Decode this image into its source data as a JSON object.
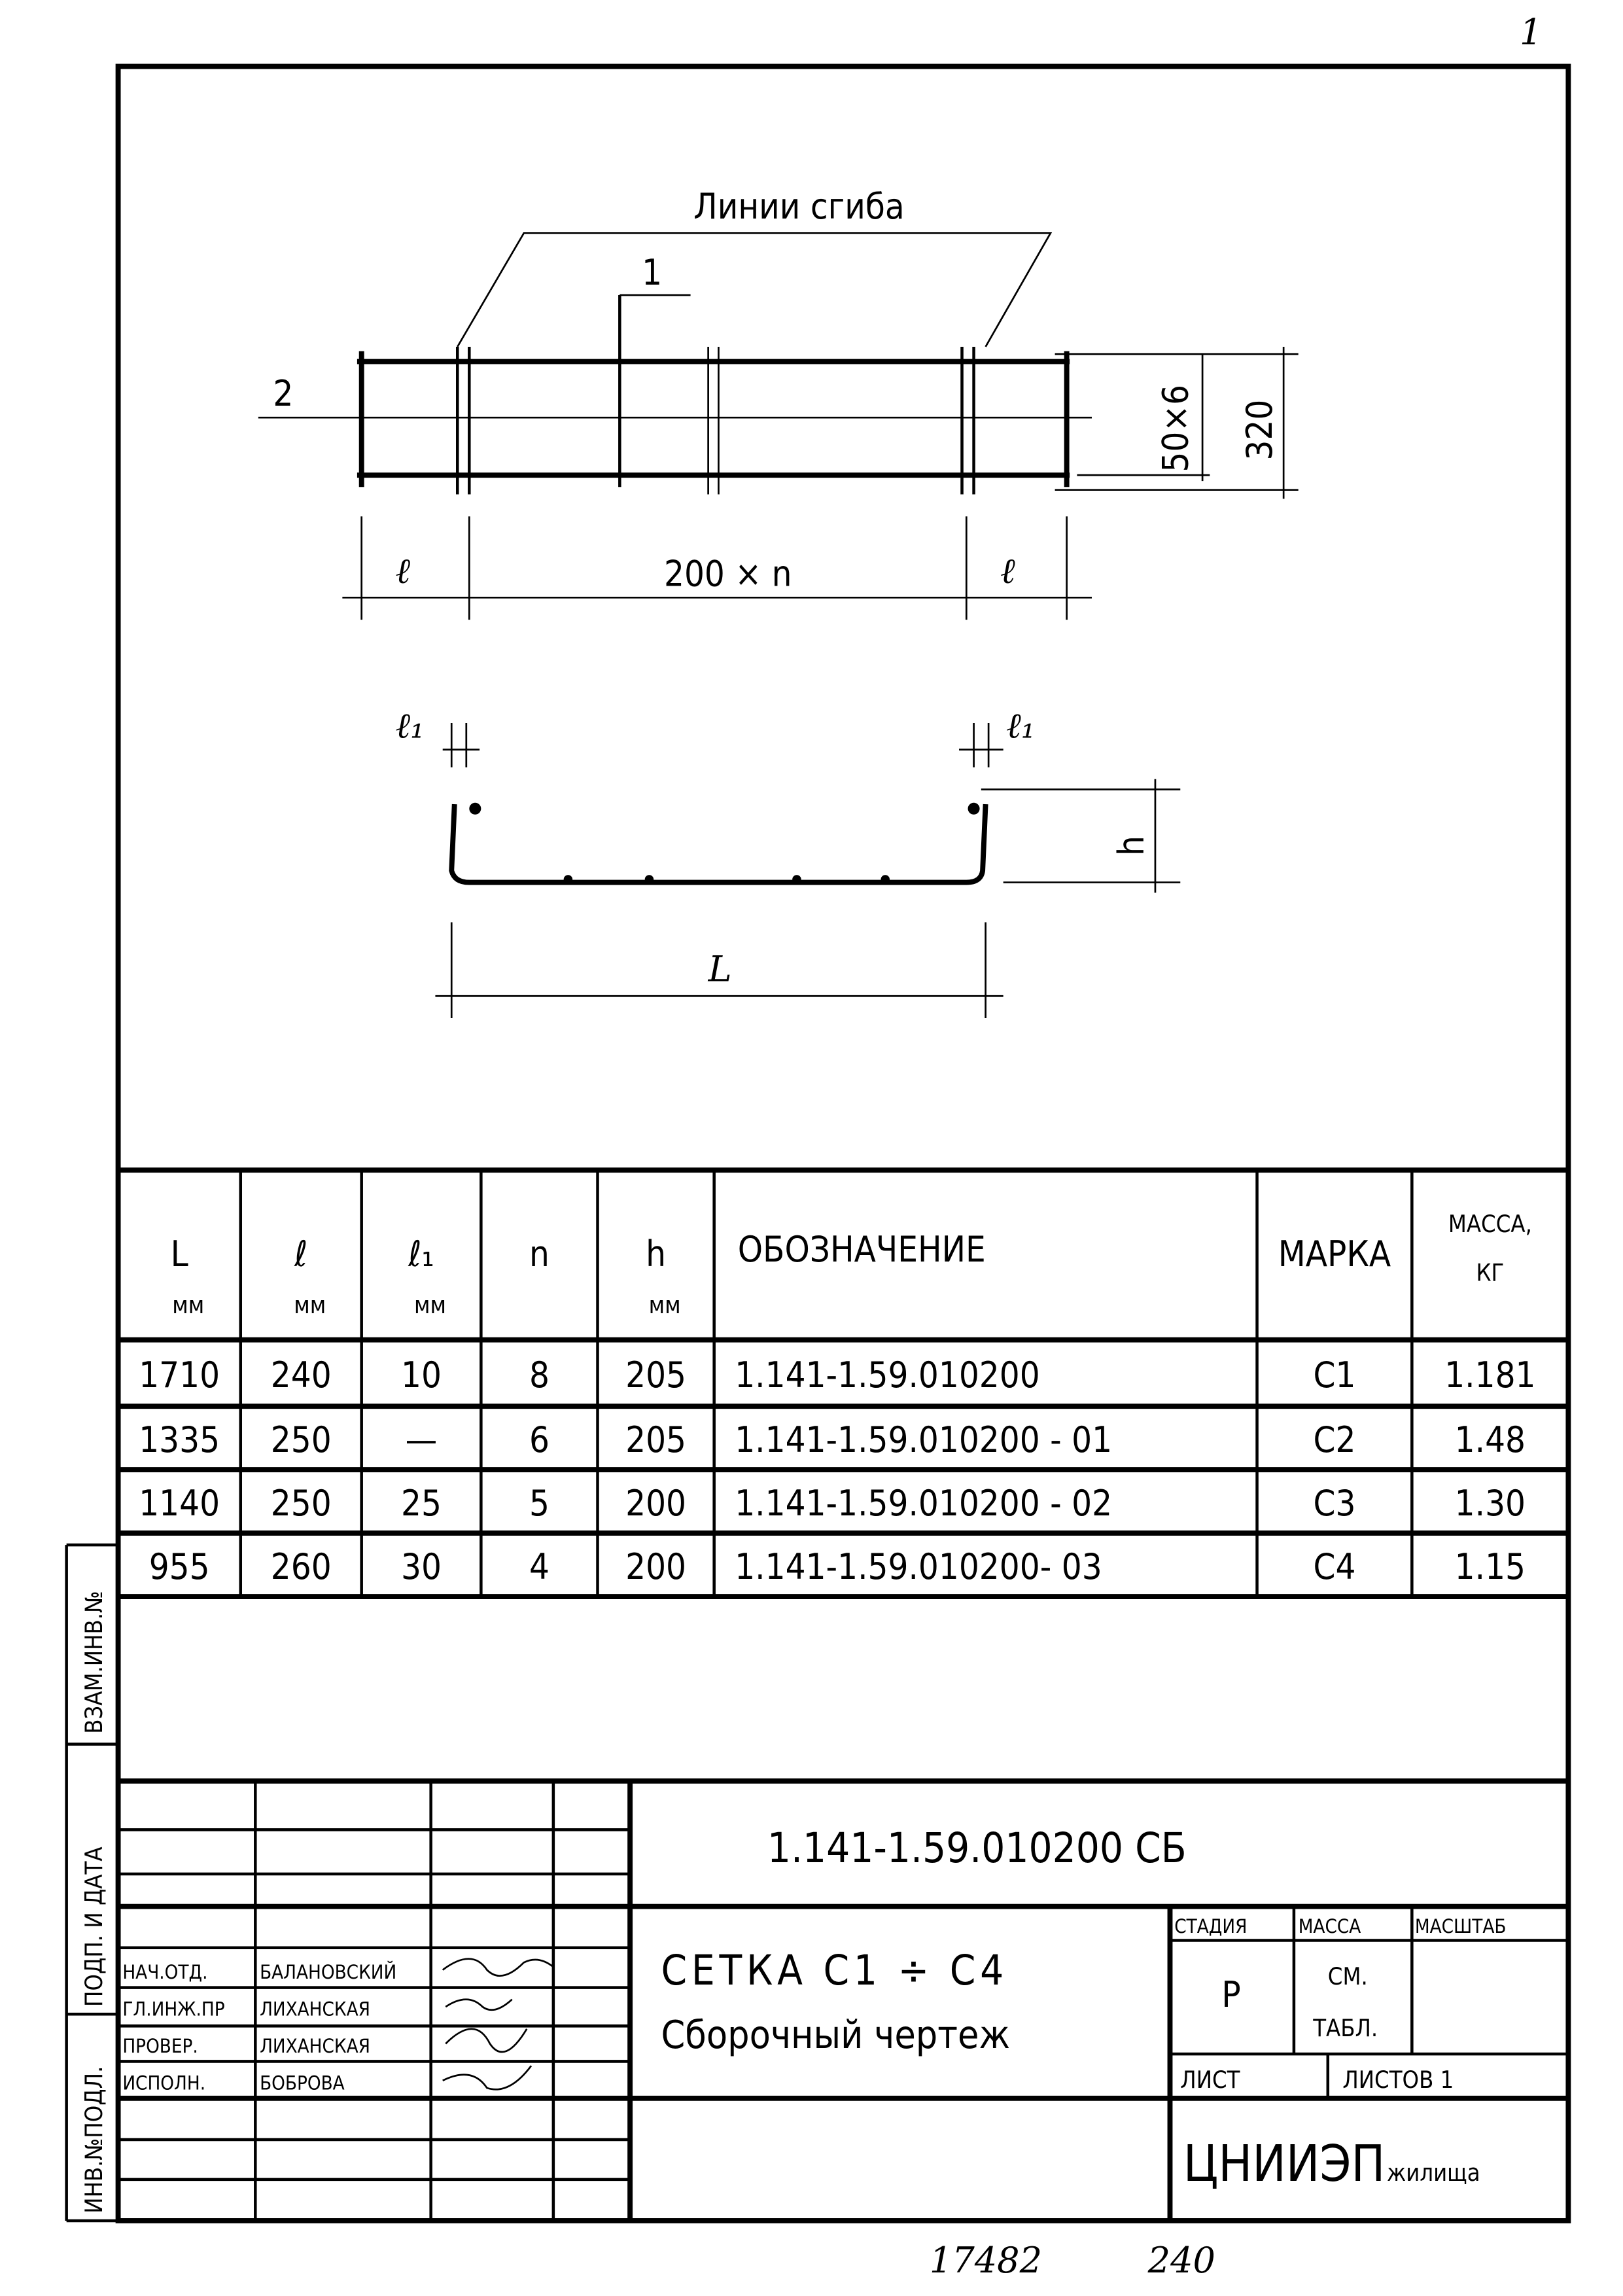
{
  "corner_mark": "1",
  "drawing": {
    "bend_lines_label": "Линии сгиба",
    "pos1": "1",
    "pos2": "2",
    "dim_spacing": "50×6",
    "dim_width": "320",
    "dim_l": "ℓ",
    "dim_mid": "200 × n",
    "dim_l1": "ℓ₁",
    "dim_h": "h",
    "dim_L": "L"
  },
  "table": {
    "headers": [
      {
        "sym": "L",
        "unit": "мм"
      },
      {
        "sym": "ℓ",
        "unit": "мм"
      },
      {
        "sym": "ℓ₁",
        "unit": "мм"
      },
      {
        "sym": "n",
        "unit": ""
      },
      {
        "sym": "h",
        "unit": "мм"
      },
      {
        "sym": "ОБОЗНАЧЕНИЕ",
        "unit": ""
      },
      {
        "sym": "МАРКА",
        "unit": ""
      },
      {
        "sym": "МАССА,",
        "unit": "КГ"
      }
    ],
    "rows": [
      [
        "1710",
        "240",
        "10",
        "8",
        "205",
        "1.141-1.59.010200",
        "С1",
        "1.181"
      ],
      [
        "1335",
        "250",
        "—",
        "6",
        "205",
        "1.141-1.59.010200 - 01",
        "С2",
        "1.48"
      ],
      [
        "1140",
        "250",
        "25",
        "5",
        "200",
        "1.141-1.59.010200 - 02",
        "С3",
        "1.30"
      ],
      [
        "955",
        "260",
        "30",
        "4",
        "200",
        "1.141-1.59.010200- 03",
        "С4",
        "1.15"
      ]
    ]
  },
  "side_strip": [
    "ВЗАМ.ИНВ.№",
    "ПОДП. И ДАТА",
    "ИНВ.№ПОДЛ."
  ],
  "title_block": {
    "doc_code": "1.141-1.59.010200 СБ",
    "title_line1": "СЕТКА С1 ÷ С4",
    "title_line2": "Сборочный чертеж",
    "signers": [
      {
        "role": "НАЧ.ОТД.",
        "name": "БАЛАНОВСКИЙ"
      },
      {
        "role": "ГЛ.ИНЖ.ПР",
        "name": "ЛИХАНСКАЯ"
      },
      {
        "role": "ПРОВЕР.",
        "name": "ЛИХАНСКАЯ"
      },
      {
        "role": "ИСПОЛН.",
        "name": "БОБРОВА"
      }
    ],
    "stage_label": "СТАДИЯ",
    "mass_label": "МАССА",
    "scale_label": "МАСШТАБ",
    "stage": "Р",
    "mass_line1": "СМ.",
    "mass_line2": "ТАБЛ.",
    "sheet_label": "ЛИСТ",
    "sheets_label": "ЛИСТОВ 1",
    "org_main": "ЦНИИЭП",
    "org_sub": "жилища"
  },
  "footer": {
    "num1": "17482",
    "num2": "240"
  }
}
